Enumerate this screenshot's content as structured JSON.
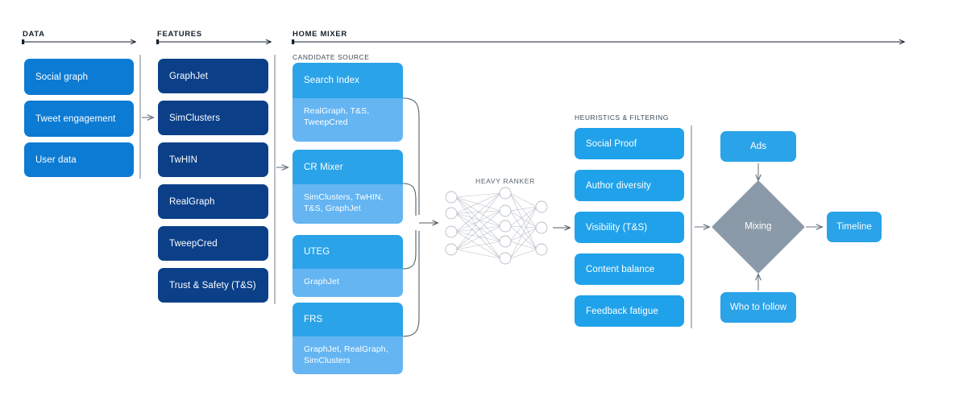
{
  "sections": {
    "data": {
      "title": "DATA"
    },
    "features": {
      "title": "FEATURES"
    },
    "home_mixer": {
      "title": "HOME MIXER"
    },
    "candidate_source": {
      "title": "CANDIDATE SOURCE"
    },
    "heuristics": {
      "title": "HEURISTICS & FILTERING"
    },
    "heavy_ranker": {
      "title": "HEAVY RANKER"
    }
  },
  "data_column": {
    "items": [
      {
        "label": "Social graph"
      },
      {
        "label": "Tweet engagement"
      },
      {
        "label": "User data"
      }
    ]
  },
  "features_column": {
    "items": [
      {
        "label": "GraphJet"
      },
      {
        "label": "SimClusters"
      },
      {
        "label": "TwHIN"
      },
      {
        "label": "RealGraph"
      },
      {
        "label": "TweepCred"
      },
      {
        "label": "Trust & Safety (T&S)"
      }
    ]
  },
  "candidate_sources": {
    "cards": [
      {
        "title": "Search Index",
        "features": "RealGraph, T&S, TweepCred"
      },
      {
        "title": "CR Mixer",
        "features": "SimClusters, TwHIN, T&S, GraphJet"
      },
      {
        "title": "UTEG",
        "features": "GraphJet"
      },
      {
        "title": "FRS",
        "features": "GraphJet, RealGraph, SimClusters"
      }
    ]
  },
  "heuristics_column": {
    "items": [
      {
        "label": "Social Proof"
      },
      {
        "label": "Author diversity"
      },
      {
        "label": "Visibility (T&S)"
      },
      {
        "label": "Content balance"
      },
      {
        "label": "Feedback fatigue"
      }
    ]
  },
  "mixing_stage": {
    "ads": "Ads",
    "who_to_follow": "Who to follow",
    "mixing": "Mixing",
    "timeline": "Timeline"
  },
  "colors": {
    "data_blue": "#0c7bd4",
    "feature_navy": "#0b4089",
    "candidate_head": "#2aa3e8",
    "candidate_body": "#64b5f2",
    "heuristic_blue": "#20a2ea",
    "mixing_gray": "#8b9aa8",
    "connector_gray": "#555f68",
    "divider_gray": "#9aa3ab",
    "background": "#ffffff"
  }
}
